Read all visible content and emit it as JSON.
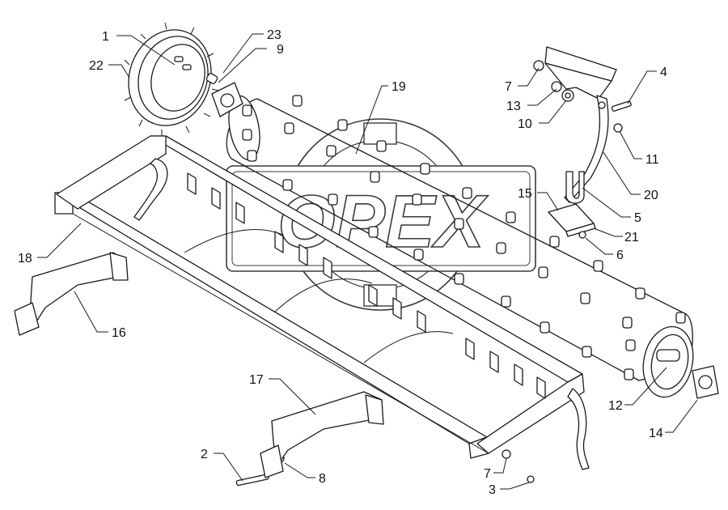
{
  "diagram": {
    "watermark": "OPEX",
    "callouts": [
      {
        "id": "c1",
        "label": "1"
      },
      {
        "id": "c22",
        "label": "22"
      },
      {
        "id": "c23",
        "label": "23"
      },
      {
        "id": "c9",
        "label": "9"
      },
      {
        "id": "c19",
        "label": "19"
      },
      {
        "id": "c7a",
        "label": "7"
      },
      {
        "id": "c13",
        "label": "13"
      },
      {
        "id": "c10",
        "label": "10"
      },
      {
        "id": "c4",
        "label": "4"
      },
      {
        "id": "c11",
        "label": "11"
      },
      {
        "id": "c20",
        "label": "20"
      },
      {
        "id": "c15",
        "label": "15"
      },
      {
        "id": "c5",
        "label": "5"
      },
      {
        "id": "c21",
        "label": "21"
      },
      {
        "id": "c6",
        "label": "6"
      },
      {
        "id": "c18",
        "label": "18"
      },
      {
        "id": "c16",
        "label": "16"
      },
      {
        "id": "c12",
        "label": "12"
      },
      {
        "id": "c14",
        "label": "14"
      },
      {
        "id": "c17",
        "label": "17"
      },
      {
        "id": "c2",
        "label": "2"
      },
      {
        "id": "c8",
        "label": "8"
      },
      {
        "id": "c7b",
        "label": "7"
      },
      {
        "id": "c3",
        "label": "3"
      }
    ]
  }
}
